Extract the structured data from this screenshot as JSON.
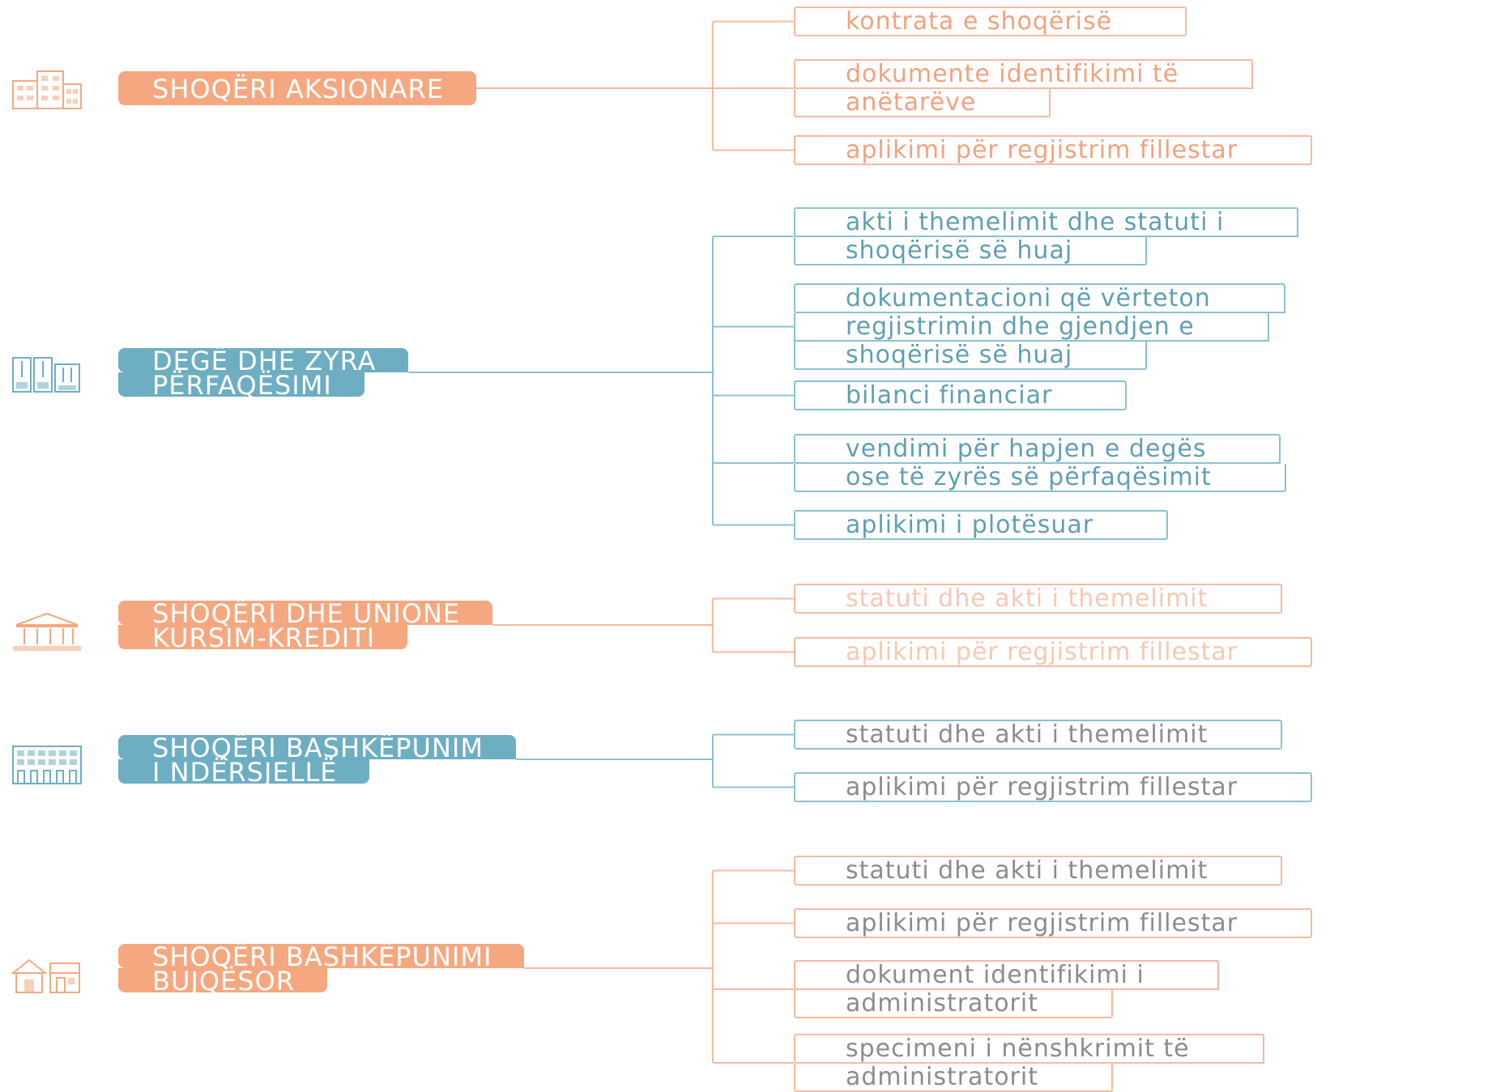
{
  "colors": {
    "orange": "#f5a880",
    "orange_border": "#f7b9a0",
    "blue": "#6eaec2",
    "blue_border": "#8cc1d2",
    "gray_text": "#8c8c8c"
  },
  "groups": [
    {
      "category_lines": [
        "SHOQËRI AKSIONARE"
      ],
      "icon": "office-building-icon",
      "color": "orange",
      "documents": [
        [
          "kontrata e shoqërisë"
        ],
        [
          "dokumente identifikimi të",
          "anëtarëve"
        ],
        [
          "aplikimi për regjistrim fillestar"
        ]
      ]
    },
    {
      "category_lines": [
        "DEGË DHE ZYRA",
        "PËRFAQËSIMI"
      ],
      "icon": "branch-offices-icon",
      "color": "blue",
      "documents": [
        [
          "akti i themelimit dhe statuti i",
          "shoqërisë së huaj"
        ],
        [
          "dokumentacioni që vërteton",
          "regjistrimin dhe gjendjen e",
          "shoqërisë së huaj"
        ],
        [
          "bilanci financiar"
        ],
        [
          "vendimi për hapjen e degës",
          "ose të zyrës së përfaqësimit"
        ],
        [
          "aplikimi i plotësuar"
        ]
      ]
    },
    {
      "category_lines": [
        "SHOQËRI DHE UNIONE",
        "KURSIM-KREDITI"
      ],
      "icon": "bank-columns-icon",
      "color": "orange",
      "documents": [
        [
          "statuti dhe akti i themelimit"
        ],
        [
          "aplikimi për regjistrim fillestar"
        ]
      ]
    },
    {
      "category_lines": [
        "SHOQËRI BASHKËPUNIM",
        "I NDËRSJELLË"
      ],
      "icon": "apartment-building-icon",
      "color": "blue",
      "documents": [
        [
          "statuti dhe akti i themelimit"
        ],
        [
          "aplikimi për regjistrim fillestar"
        ]
      ]
    },
    {
      "category_lines": [
        "SHOQËRI BASHKËPUNIMI",
        "BUJQËSOR"
      ],
      "icon": "farm-house-icon",
      "color": "orange",
      "documents": [
        [
          "statuti dhe akti i themelimit"
        ],
        [
          "aplikimi për regjistrim fillestar"
        ],
        [
          "dokument identifikimi i",
          "administratorit"
        ],
        [
          "specimeni i nënshkrimit të",
          "administratorit"
        ]
      ]
    }
  ]
}
